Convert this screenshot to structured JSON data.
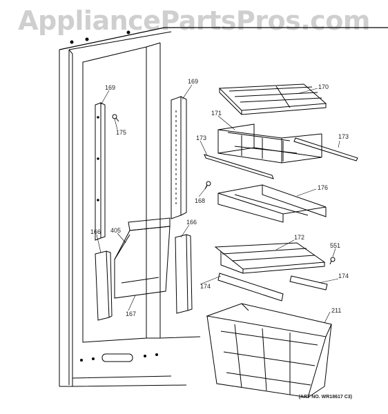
{
  "watermark": "AppliancePartsPros.com",
  "art_number": "(ART NO. WR18617 C3)",
  "callouts": [
    "169",
    "175",
    "169",
    "170",
    "171",
    "173",
    "173",
    "168",
    "176",
    "166",
    "405",
    "166",
    "172",
    "551",
    "174",
    "174",
    "167",
    "211"
  ]
}
